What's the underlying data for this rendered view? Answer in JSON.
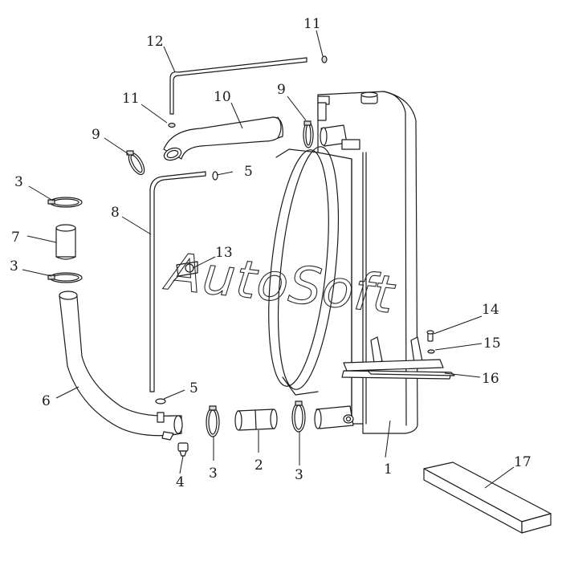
{
  "watermark": "AutoSoft",
  "callouts": [
    {
      "id": "c1",
      "label": "1"
    },
    {
      "id": "c2",
      "label": "2"
    },
    {
      "id": "c3a",
      "label": "3"
    },
    {
      "id": "c3b",
      "label": "3"
    },
    {
      "id": "c3c",
      "label": "3"
    },
    {
      "id": "c3d",
      "label": "3"
    },
    {
      "id": "c4",
      "label": "4"
    },
    {
      "id": "c5a",
      "label": "5"
    },
    {
      "id": "c5b",
      "label": "5"
    },
    {
      "id": "c6",
      "label": "6"
    },
    {
      "id": "c7",
      "label": "7"
    },
    {
      "id": "c8",
      "label": "8"
    },
    {
      "id": "c9a",
      "label": "9"
    },
    {
      "id": "c9b",
      "label": "9"
    },
    {
      "id": "c10",
      "label": "10"
    },
    {
      "id": "c11a",
      "label": "11"
    },
    {
      "id": "c11b",
      "label": "11"
    },
    {
      "id": "c12",
      "label": "12"
    },
    {
      "id": "c13",
      "label": "13"
    },
    {
      "id": "c14",
      "label": "14"
    },
    {
      "id": "c15",
      "label": "15"
    },
    {
      "id": "c16",
      "label": "16"
    },
    {
      "id": "c17",
      "label": "17"
    }
  ]
}
